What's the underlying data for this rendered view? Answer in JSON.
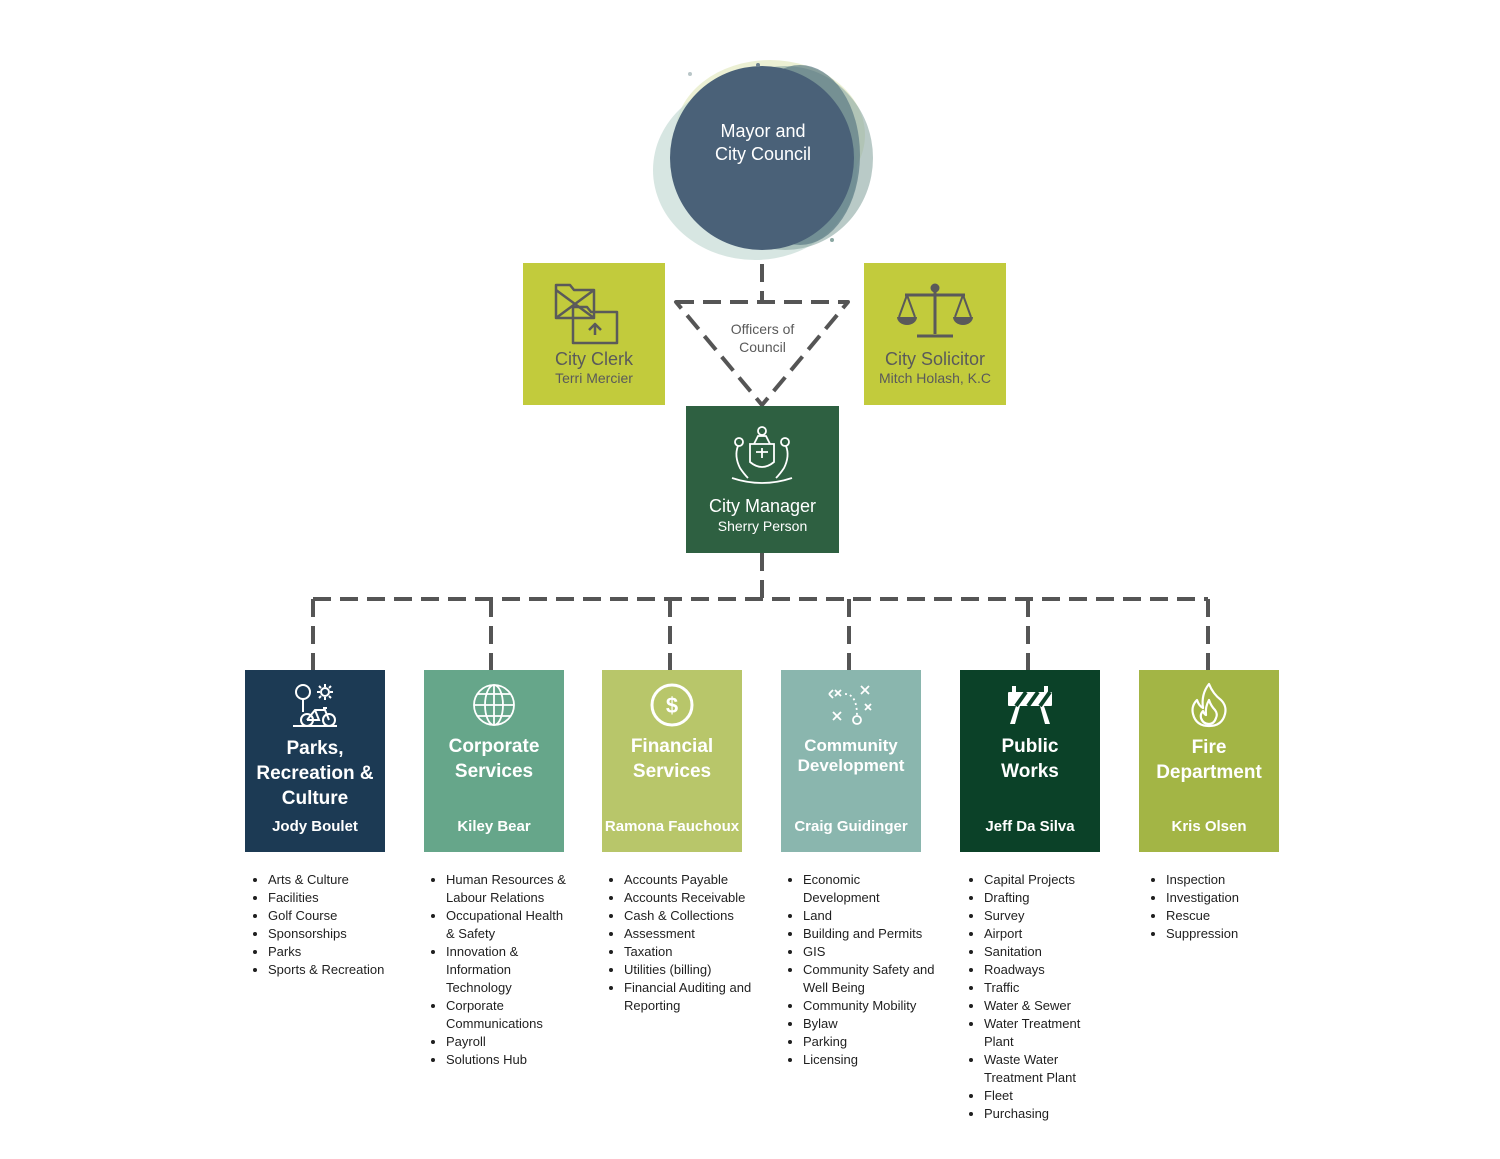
{
  "council": {
    "title_line1": "Mayor and",
    "title_line2": "City Council"
  },
  "officers": {
    "line1": "Officers of",
    "line2": "Council"
  },
  "clerk": {
    "title": "City Clerk",
    "name": "Terri Mercier",
    "icon": "folders-icon"
  },
  "solicitor": {
    "title": "City Solicitor",
    "name": "Mitch Holash, K.C",
    "icon": "scales-icon"
  },
  "manager": {
    "title": "City Manager",
    "name": "Sherry Person",
    "icon": "coat-of-arms-icon"
  },
  "colors": {
    "council": "#4a6178",
    "officer_boxes": "#c2cb3c",
    "manager": "#2e6041",
    "connector": "#555555"
  },
  "departments": [
    {
      "title_lines": [
        "Parks,",
        "Recreation &",
        "Culture"
      ],
      "head": "Jody Boulet",
      "color": "#1c3a54",
      "icon": "park-bike-icon",
      "duties": [
        "Arts & Culture",
        "Facilities",
        "Golf Course",
        "Sponsorships",
        "Parks",
        "Sports & Recreation"
      ]
    },
    {
      "title_lines": [
        "Corporate",
        "Services"
      ],
      "head": "Kiley Bear",
      "color": "#66a68a",
      "icon": "globe-icon",
      "duties": [
        "Human Resources & Labour Relations",
        "Occupational Health & Safety",
        "Innovation & Information Technology",
        "Corporate Communications",
        "Payroll",
        "Solutions Hub"
      ]
    },
    {
      "title_lines": [
        "Financial",
        "Services"
      ],
      "head": "Ramona Fauchoux",
      "color": "#b8c66a",
      "icon": "dollar-icon",
      "duties": [
        "Accounts Payable",
        "Accounts Receivable",
        "Cash & Collections",
        "Assessment",
        "Taxation",
        "Utilities (billing)",
        "Financial Auditing and Reporting"
      ]
    },
    {
      "title_lines": [
        "Community",
        "Development"
      ],
      "head": "Craig Guidinger",
      "color": "#8ab6ae",
      "icon": "strategy-icon",
      "duties": [
        "Economic Development",
        "Land",
        "Building and Permits",
        "GIS",
        "Community Safety and Well Being",
        "Community Mobility",
        "Bylaw",
        "Parking",
        "Licensing"
      ]
    },
    {
      "title_lines": [
        "Public",
        "Works"
      ],
      "head": "Jeff Da Silva",
      "color": "#0b4128",
      "icon": "barrier-icon",
      "duties": [
        "Capital Projects",
        "Drafting",
        "Survey",
        "Airport",
        "Sanitation",
        "Roadways",
        "Traffic",
        "Water & Sewer",
        "Water Treatment Plant",
        "Waste Water Treatment Plant",
        "Fleet",
        "Purchasing"
      ]
    },
    {
      "title_lines": [
        "Fire",
        "Department"
      ],
      "head": "Kris Olsen",
      "color": "#a3b545",
      "icon": "flame-icon",
      "duties": [
        "Inspection",
        "Investigation",
        "Rescue",
        "Suppression"
      ]
    }
  ]
}
